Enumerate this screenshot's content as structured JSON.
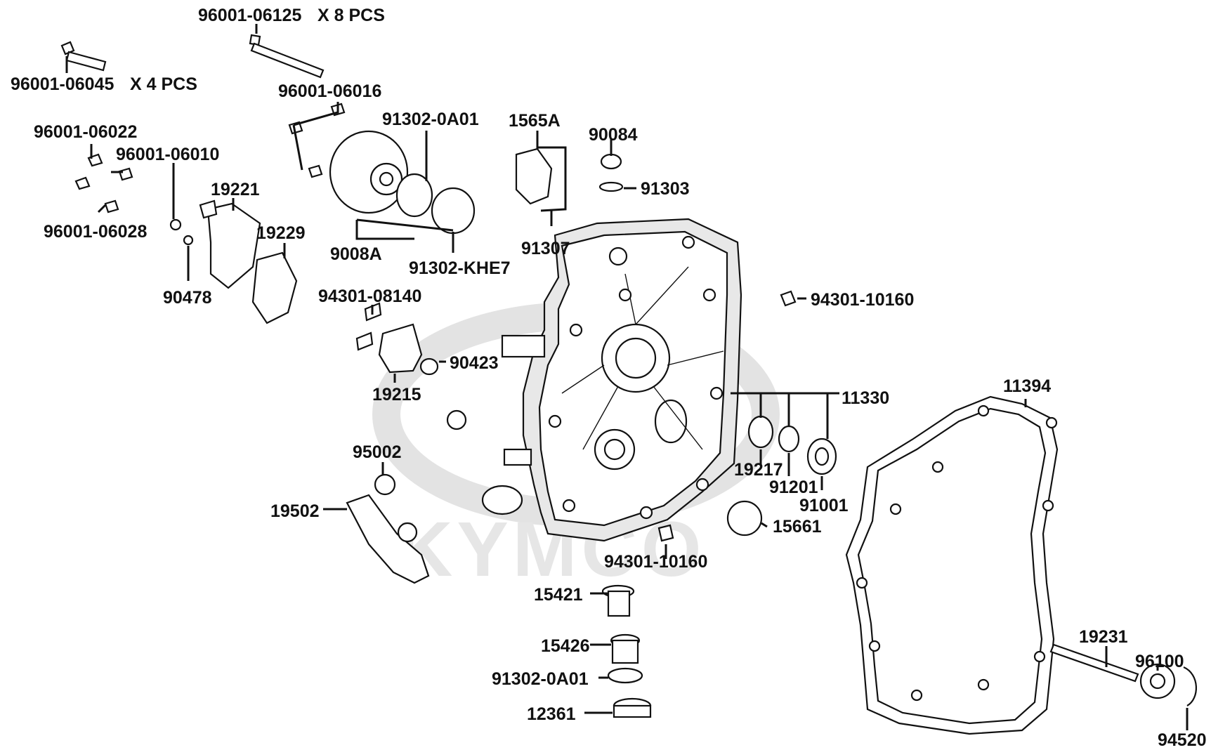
{
  "watermark": {
    "text": "KYMCO"
  },
  "labels": [
    "96001-06125",
    "X 8 PCS",
    "96001-06045",
    "X 4 PCS",
    "96001-06016",
    "91302-0A01",
    "1565A",
    "90084",
    "91303",
    "96001-06022",
    "96001-06010",
    "19221",
    "19229",
    "96001-06028",
    "90478",
    "9008A",
    "91302-KHE7",
    "91307",
    "94301-08140",
    "94301-10160",
    "90423",
    "19215",
    "11330",
    "11394",
    "95002",
    "19217",
    "91201",
    "91001",
    "19502",
    "15661",
    "94301-10160",
    "15421",
    "15426",
    "91302-0A01",
    "12361",
    "19231",
    "96100",
    "94520"
  ]
}
